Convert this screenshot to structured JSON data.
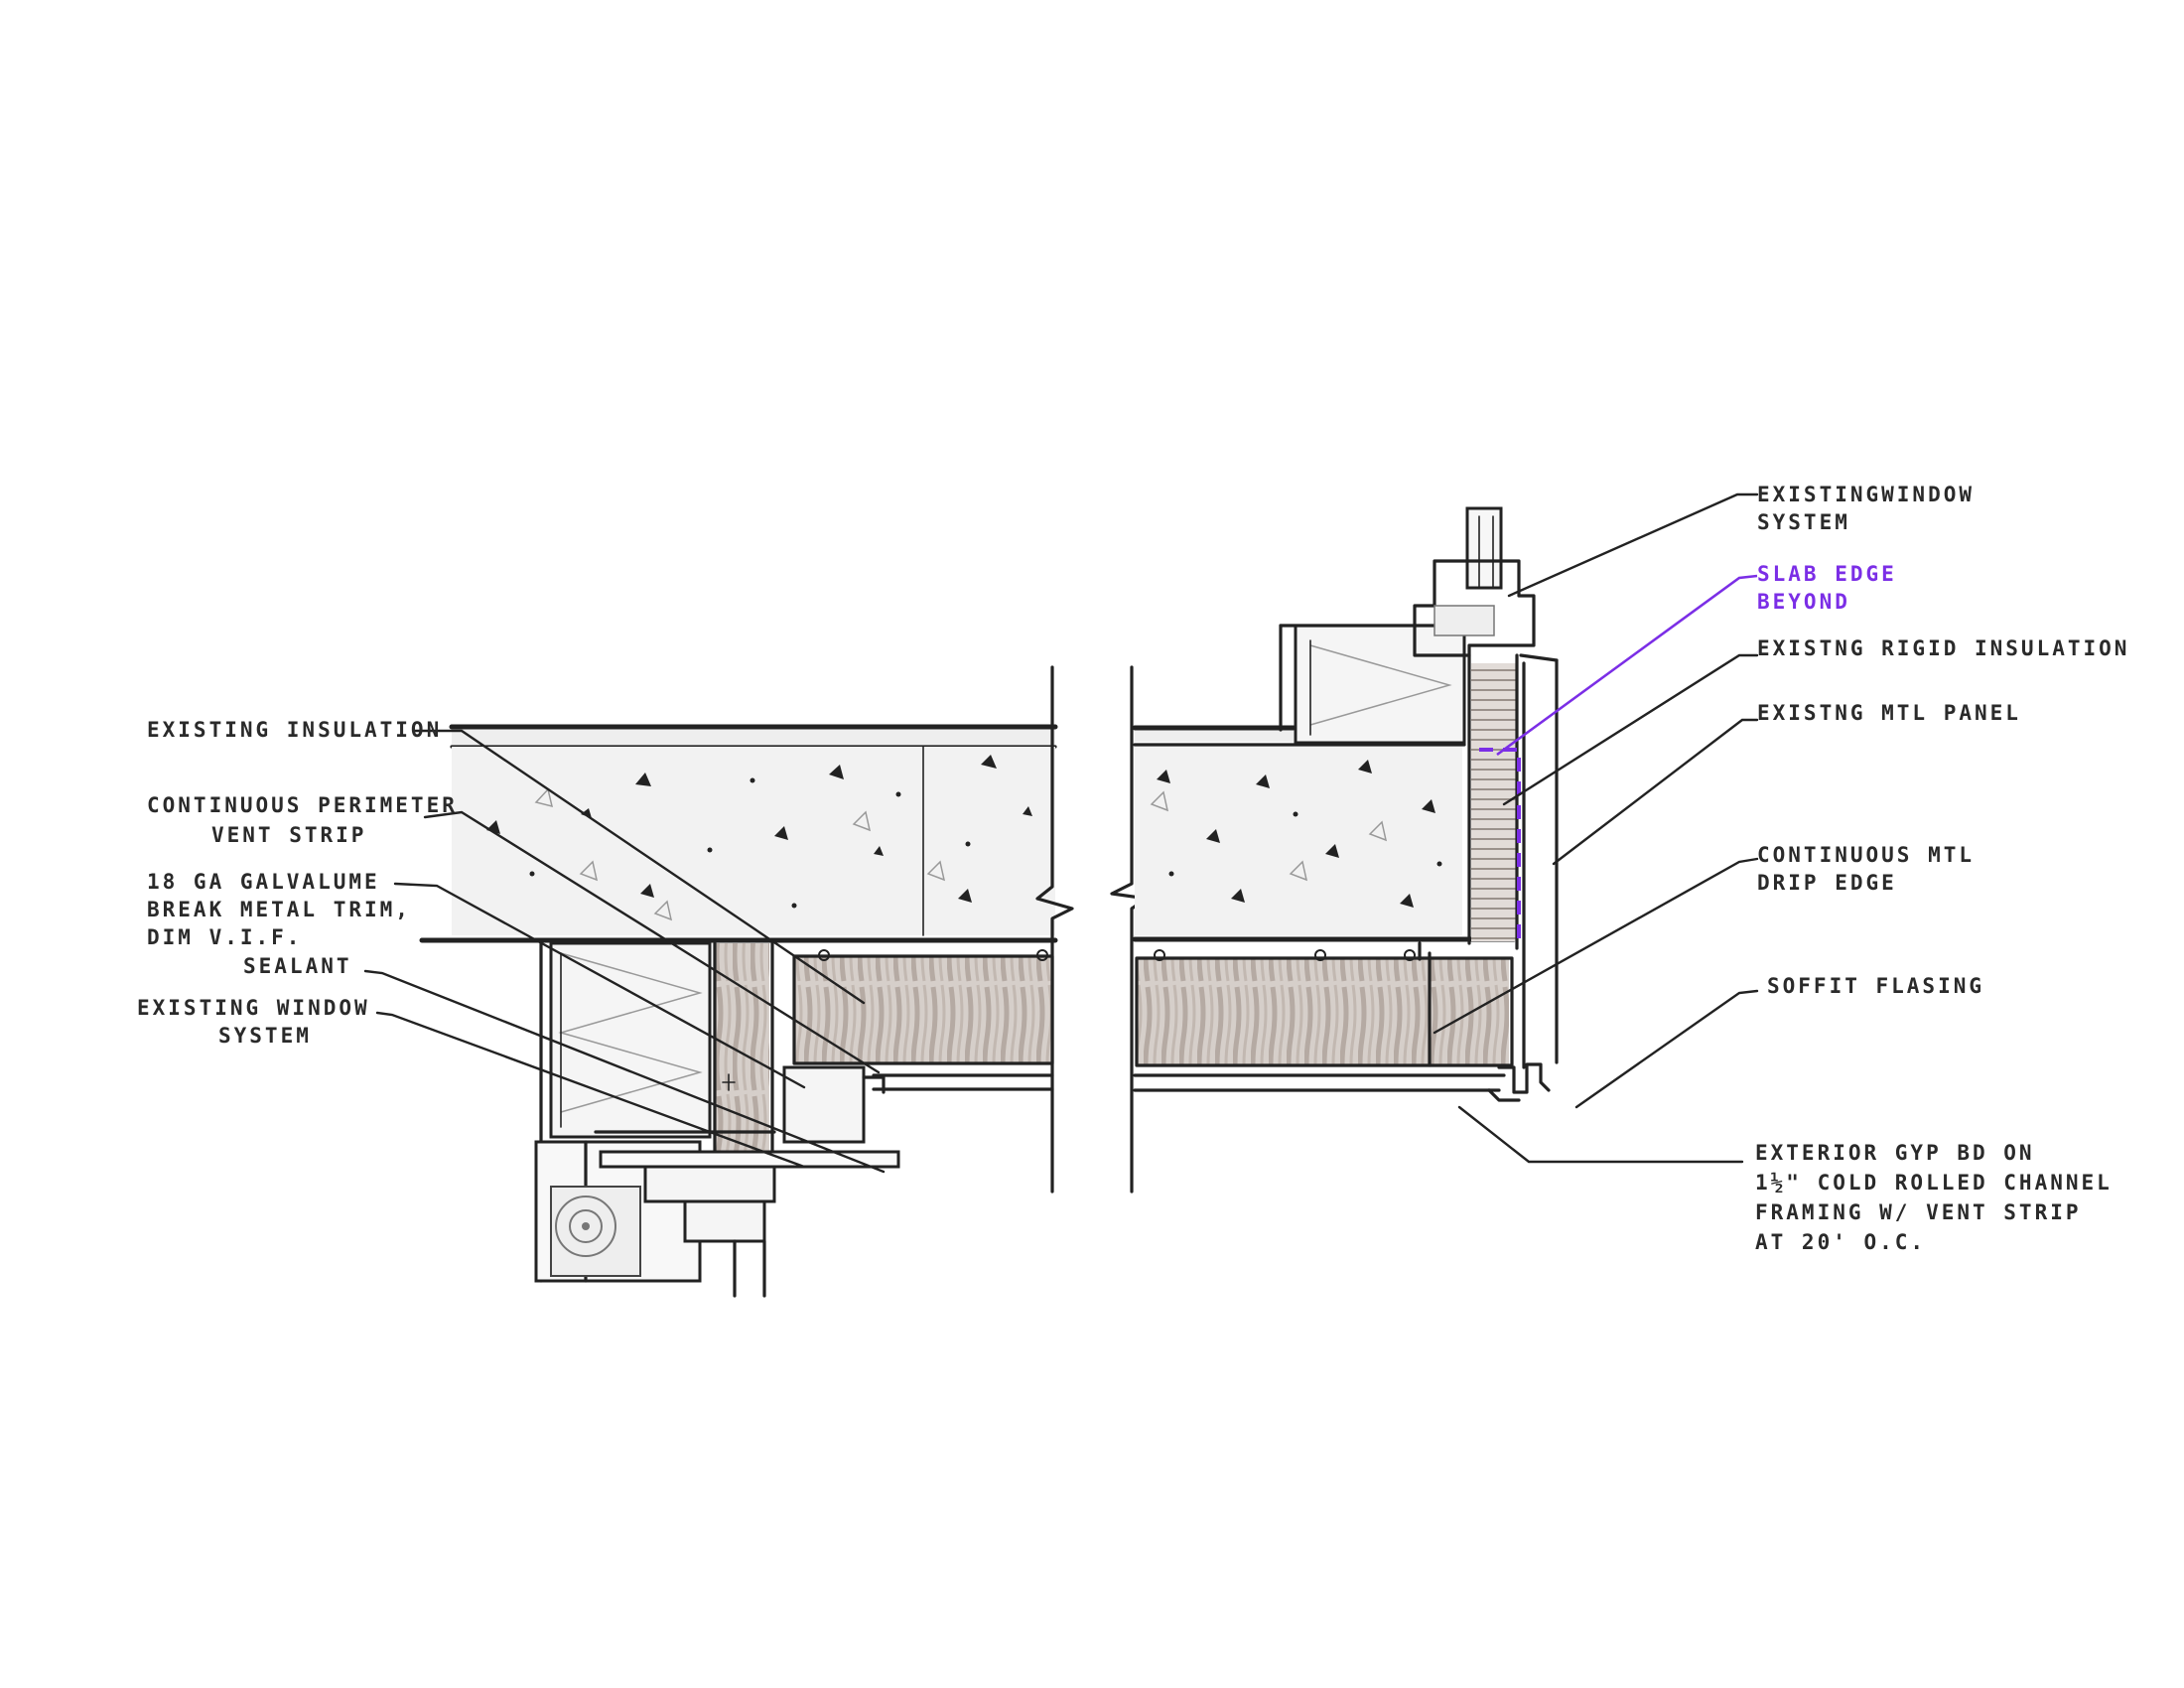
{
  "labels": {
    "left": [
      {
        "lines": [
          "EXISTING INSULATION"
        ]
      },
      {
        "lines": [
          "CONTINUOUS PERIMETER",
          "VENT STRIP"
        ]
      },
      {
        "lines": [
          "18 GA GALVALUME",
          "BREAK METAL TRIM,",
          "DIM V.I.F."
        ]
      },
      {
        "lines": [
          "SEALANT"
        ]
      },
      {
        "lines": [
          "EXISTING WINDOW",
          "SYSTEM"
        ]
      }
    ],
    "right": [
      {
        "lines": [
          "EXISTINGWINDOW",
          "SYSTEM"
        ]
      },
      {
        "lines": [
          "SLAB EDGE",
          "BEYOND"
        ],
        "accent": true
      },
      {
        "lines": [
          "EXISTNG RIGID INSULATION"
        ]
      },
      {
        "lines": [
          "EXISTNG MTL PANEL"
        ]
      },
      {
        "lines": [
          "CONTINUOUS MTL",
          "DRIP EDGE"
        ]
      },
      {
        "lines": [
          "SOFFIT FLASING"
        ]
      },
      {
        "lines": [
          "EXTERIOR GYP BD ON",
          "1½\" COLD ROLLED CHANNEL",
          "FRAMING W/ VENT STRIP",
          "AT 20' O.C."
        ]
      }
    ]
  },
  "colors": {
    "ink": "#222222",
    "accent": "#7b2ee6",
    "concrete_fill": "#f1f1f1",
    "insulation_fill": "#c9c1bb"
  }
}
